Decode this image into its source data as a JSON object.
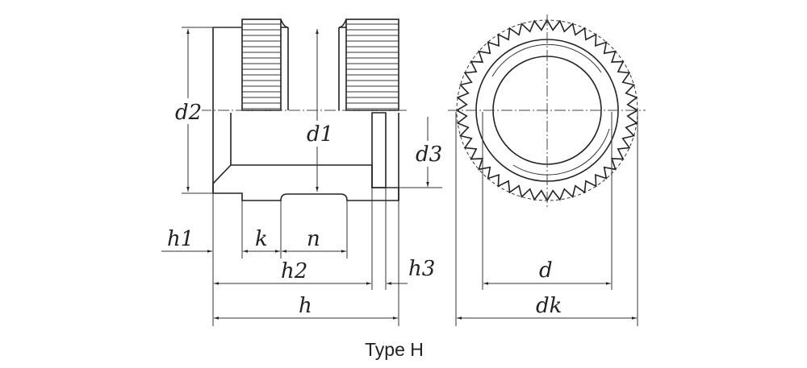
{
  "caption": "Type H",
  "labels": {
    "d2": "d2",
    "d1": "d1",
    "d3": "d3",
    "h1": "h1",
    "k": "k",
    "n": "n",
    "h2": "h2",
    "h3": "h3",
    "h": "h",
    "d": "d",
    "dk": "dk"
  },
  "colors": {
    "line": "#222222",
    "background": "#ffffff"
  }
}
